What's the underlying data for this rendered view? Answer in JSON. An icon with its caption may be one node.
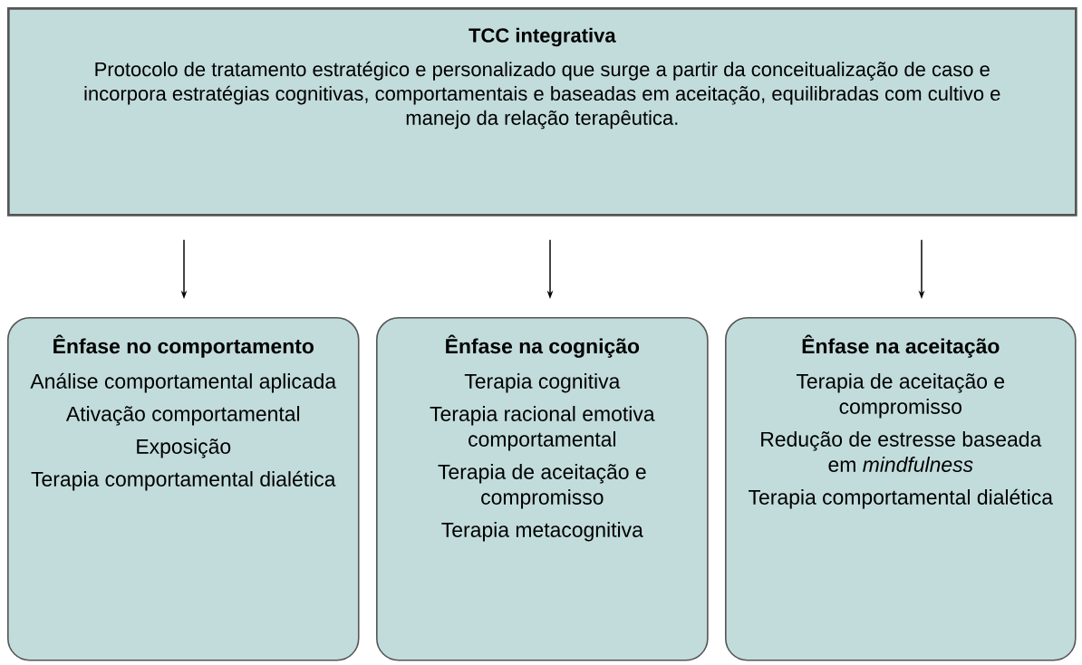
{
  "diagram": {
    "nodes": [
      {
        "text": [
          "TCC integrativa",
          "Protocolo de tratamento estratégico e personalizado que surge a partir da conceitualização de caso e incorpora estratégias cognitivas, comportamentais e baseadas em aceitação, equilibradas com cultivo e manejo da relação terapêutica."
        ]
      },
      {
        "text": [
          "Ênfase no comportamento",
          "Análise comportamental aplicada",
          "Ativação comportamental",
          "Exposição",
          "Terapia comportamental dialética"
        ]
      },
      {
        "text": [
          "Ênfase na cognição",
          "Terapia cognitiva",
          "Terapia racional emotiva comportamental",
          "Terapia de aceitação e compromisso",
          "Terapia metacognitiva"
        ]
      },
      {
        "text": [
          "Ênfase na aceitação",
          "Terapia de aceitação e compromisso",
          "Redução de estresse baseada em *mindfulness*",
          "Terapia comportamental dialética"
        ]
      }
    ],
    "edges": [
      {
        "from": 0,
        "to": 1,
        "arrow": "to"
      },
      {
        "from": 0,
        "to": 2,
        "arrow": "to"
      },
      {
        "from": 0,
        "to": 3,
        "arrow": "to"
      }
    ]
  }
}
